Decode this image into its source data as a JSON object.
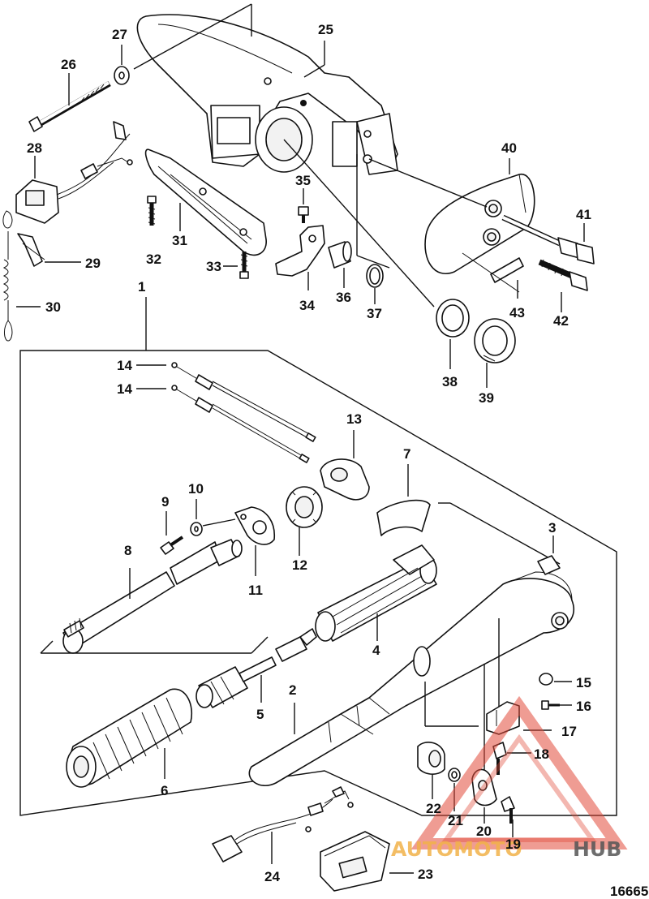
{
  "diagram": {
    "figure_number": "16665",
    "watermark": "AUTOMOTOHUB",
    "callouts": [
      "1",
      "2",
      "3",
      "4",
      "5",
      "6",
      "7",
      "8",
      "9",
      "10",
      "11",
      "12",
      "13",
      "14",
      "14",
      "15",
      "16",
      "17",
      "18",
      "19",
      "20",
      "21",
      "22",
      "23",
      "24",
      "25",
      "26",
      "27",
      "28",
      "29",
      "30",
      "31",
      "32",
      "33",
      "34",
      "35",
      "36",
      "37",
      "38",
      "39",
      "40",
      "41",
      "42",
      "43"
    ]
  }
}
